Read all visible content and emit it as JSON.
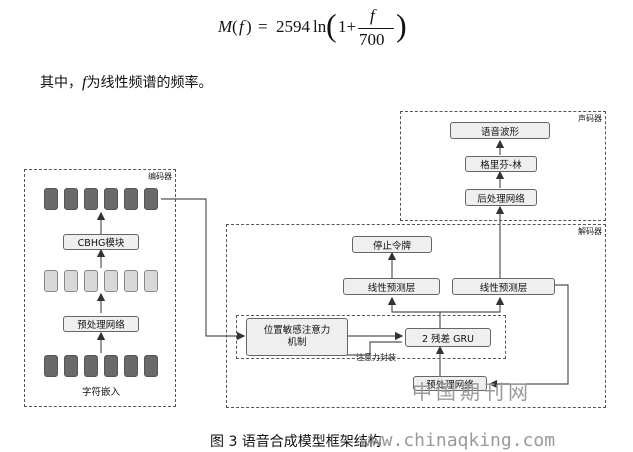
{
  "formula": {
    "lhs_func": "M",
    "lhs_arg": "f",
    "equals": "=",
    "coef": "2594",
    "ln": "ln",
    "one_plus": "1+",
    "numerator": "f",
    "denominator": "700"
  },
  "explanation": {
    "prefix": "其中，",
    "var": "f",
    "suffix": "为线性频谱的频率。"
  },
  "encoder": {
    "label": "编码器",
    "cbhg_label": "CBHG模块",
    "prenet_label": "预处理网络",
    "embed_label": "字符嵌入"
  },
  "vocoder": {
    "label": "声码器",
    "waveform_label": "语音波形",
    "griffin_lim_label": "格里芬-林",
    "postnet_label": "后处理网络"
  },
  "decoder": {
    "label": "解码器",
    "stop_label": "停止令牌",
    "linear_proj_left_label": "线性预测层",
    "linear_proj_right_label": "线性预测层",
    "attention_label": "位置敏感注意力\n机制",
    "gru_label": "2 残差 GRU",
    "attention_wrap_label": "注意力封装",
    "prenet_label": "预处理网络"
  },
  "caption": "图 3  语音合成模型框架结构",
  "watermark": {
    "cn": "中国期刊网",
    "url": "www.chinaqking.com"
  }
}
